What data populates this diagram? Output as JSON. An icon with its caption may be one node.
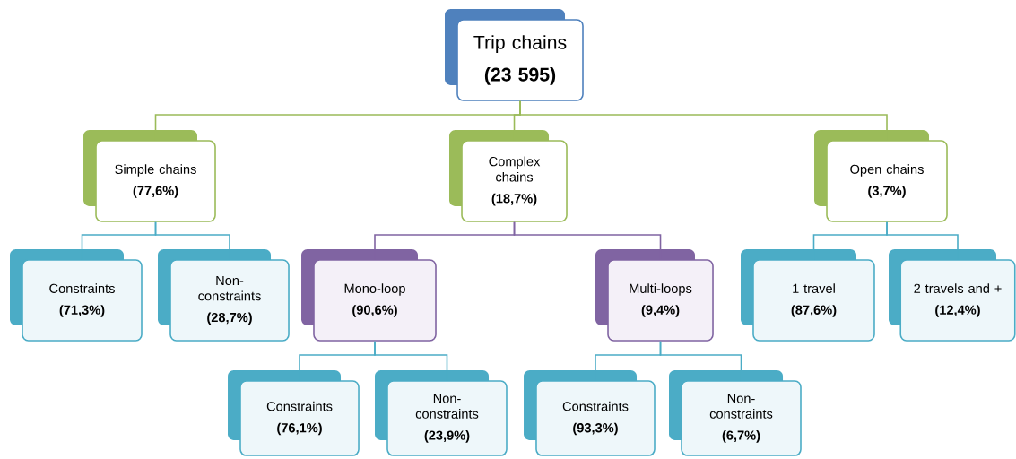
{
  "diagram": {
    "nodes": [
      {
        "text": [
          "Trip chains",
          "(23 595)"
        ]
      },
      {
        "text": [
          "Simple chains",
          "(77,6%)"
        ]
      },
      {
        "text": [
          "Complex chains",
          "(18,7%)"
        ]
      },
      {
        "text": [
          "Open chains",
          "(3,7%)"
        ]
      },
      {
        "text": [
          "Constraints",
          "(71,3%)"
        ]
      },
      {
        "text": [
          "Non-constraints",
          "(28,7%)"
        ]
      },
      {
        "text": [
          "Mono-loop",
          "(90,6%)"
        ]
      },
      {
        "text": [
          "Multi-loops",
          "(9,4%)"
        ]
      },
      {
        "text": [
          "1 travel",
          "(87,6%)"
        ]
      },
      {
        "text": [
          "2 travels and +",
          "(12,4%)"
        ]
      },
      {
        "text": [
          "Constraints",
          "(76,1%)"
        ]
      },
      {
        "text": [
          "Non-constraints",
          "(23,9%)"
        ]
      },
      {
        "text": [
          "Constraints",
          "(93,3%)"
        ]
      },
      {
        "text": [
          "Non-constraints",
          "(6,7%)"
        ]
      }
    ],
    "edges": [
      {
        "from": 0,
        "to": 1,
        "arrow": "none",
        "color": "#9bbb59"
      },
      {
        "from": 0,
        "to": 2,
        "arrow": "none",
        "color": "#9bbb59"
      },
      {
        "from": 0,
        "to": 3,
        "arrow": "none",
        "color": "#9bbb59"
      },
      {
        "from": 1,
        "to": 4,
        "arrow": "none"
      },
      {
        "from": 1,
        "to": 5,
        "arrow": "none"
      },
      {
        "from": 2,
        "to": 6,
        "arrow": "none",
        "color": "#8064a2"
      },
      {
        "from": 2,
        "to": 7,
        "arrow": "none",
        "color": "#8064a2"
      },
      {
        "from": 3,
        "to": 8,
        "arrow": "none"
      },
      {
        "from": 3,
        "to": 9,
        "arrow": "none"
      },
      {
        "from": 6,
        "to": 10,
        "arrow": "none"
      },
      {
        "from": 6,
        "to": 11,
        "arrow": "none"
      },
      {
        "from": 7,
        "to": 12,
        "arrow": "none"
      },
      {
        "from": 7,
        "to": 13,
        "arrow": "none"
      }
    ]
  }
}
